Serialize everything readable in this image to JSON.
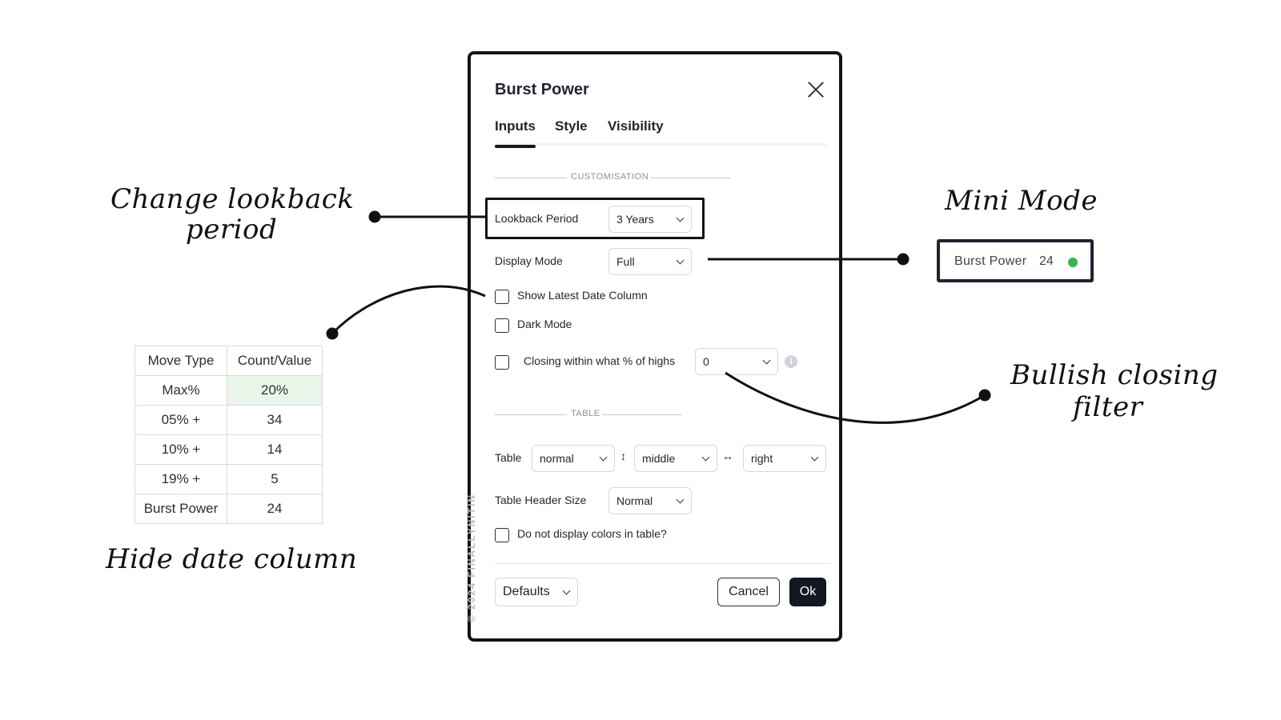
{
  "dialog": {
    "title": "Burst Power",
    "tabs": [
      {
        "label": "Inputs",
        "active": true
      },
      {
        "label": "Style",
        "active": false
      },
      {
        "label": "Visibility",
        "active": false
      }
    ],
    "sections": {
      "customisation": "CUSTOMISATION",
      "table": "TABLE"
    },
    "lookback": {
      "label": "Lookback Period",
      "value": "3 Years"
    },
    "display_mode": {
      "label": "Display Mode",
      "value": "Full"
    },
    "show_latest_date": {
      "label": "Show Latest Date Column",
      "checked": false
    },
    "dark_mode": {
      "label": "Dark Mode",
      "checked": false
    },
    "closing_within": {
      "label": "Closing within what % of highs",
      "value": "0",
      "checked": false
    },
    "table_row": {
      "label": "Table",
      "size": "normal",
      "vertical_icon": "↕",
      "vertical": "middle",
      "horizontal_icon": "↔",
      "horizontal": "right"
    },
    "table_header_size": {
      "label": "Table Header Size",
      "value": "Normal"
    },
    "no_colors": {
      "label": "Do not display colors in table?",
      "checked": false
    },
    "footer": {
      "defaults": "Defaults",
      "cancel": "Cancel",
      "ok": "Ok"
    },
    "watermark": "© 2024 FINALLYNITIN"
  },
  "annotations": {
    "lookback_line1": "Change lookback",
    "lookback_line2": "period",
    "mini_mode": "Mini Mode",
    "hide_date": "Hide date column",
    "bullish_line1": "Bullish closing",
    "bullish_line2": "filter"
  },
  "mini": {
    "label": "Burst Power",
    "value": "24",
    "status_color": "#2fb84a"
  },
  "table": {
    "headers": [
      "Move Type",
      "Count/Value"
    ],
    "rows": [
      [
        "Max%",
        "20%"
      ],
      [
        "05% +",
        "34"
      ],
      [
        "10% +",
        "14"
      ],
      [
        "19% +",
        "5"
      ],
      [
        "Burst Power",
        "24"
      ]
    ]
  }
}
